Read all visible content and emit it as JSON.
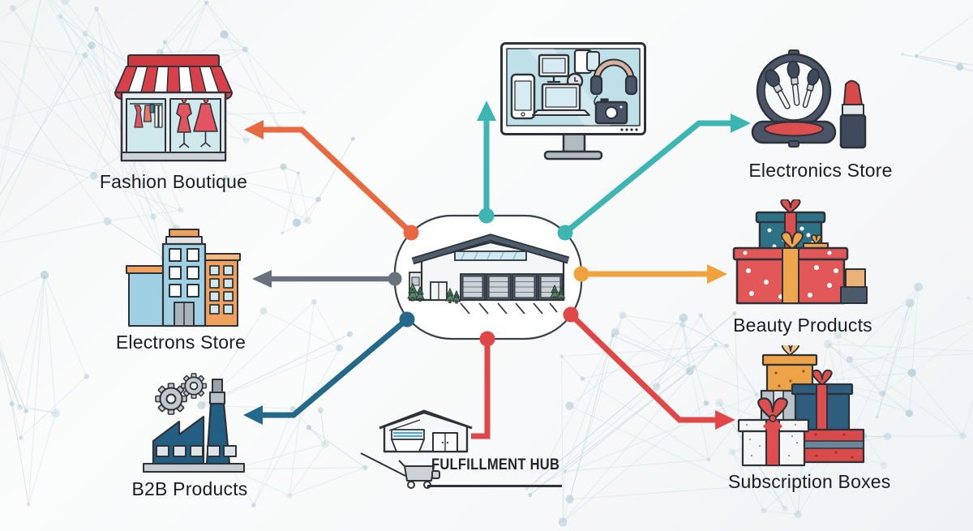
{
  "diagram": {
    "type": "hub-and-spoke",
    "center": {
      "name": "distribution-warehouse",
      "description": "warehouse with four loading docks inside rounded capsule"
    },
    "spokes": [
      {
        "label": "Fashion Boutique",
        "icon": "storefront-awning-icon",
        "position": "top-left",
        "arrow_color": "#e8683f"
      },
      {
        "label": "",
        "icon": "monitor-devices-icon",
        "position": "top",
        "arrow_color": "#3db5b2"
      },
      {
        "label": "Electronics Store",
        "icon": "makeup-compact-lipstick-icon",
        "position": "top-right",
        "arrow_color": "#3db5b2"
      },
      {
        "label": "Beauty Products",
        "icon": "gift-boxes-icon",
        "position": "right",
        "arrow_color": "#f0a33c"
      },
      {
        "label": "Subscription Boxes",
        "icon": "gift-boxes-stack-icon",
        "position": "bottom-right",
        "arrow_color": "#e04848"
      },
      {
        "label": "FULFILLMENT HUB",
        "icon": "warehouse-cart-icon",
        "position": "bottom",
        "arrow_color": "#e04848"
      },
      {
        "label": "B2B Products",
        "icon": "factory-gears-icon",
        "position": "bottom-left",
        "arrow_color": "#24698a"
      },
      {
        "label": "Electrons Store",
        "icon": "office-buildings-icon",
        "position": "left",
        "arrow_color": "#68727e"
      }
    ],
    "colors": {
      "hub_outline": "#3a4048",
      "roof_slate": "#4d5d6d",
      "teal_arrow": "#3db5b2",
      "orange_arrow": "#e8683f",
      "amber_arrow": "#f0a33c",
      "red_arrow": "#e04848",
      "gray_arrow": "#68727e",
      "blue_arrow": "#24698a",
      "network_node": "#a9c6cf"
    }
  }
}
